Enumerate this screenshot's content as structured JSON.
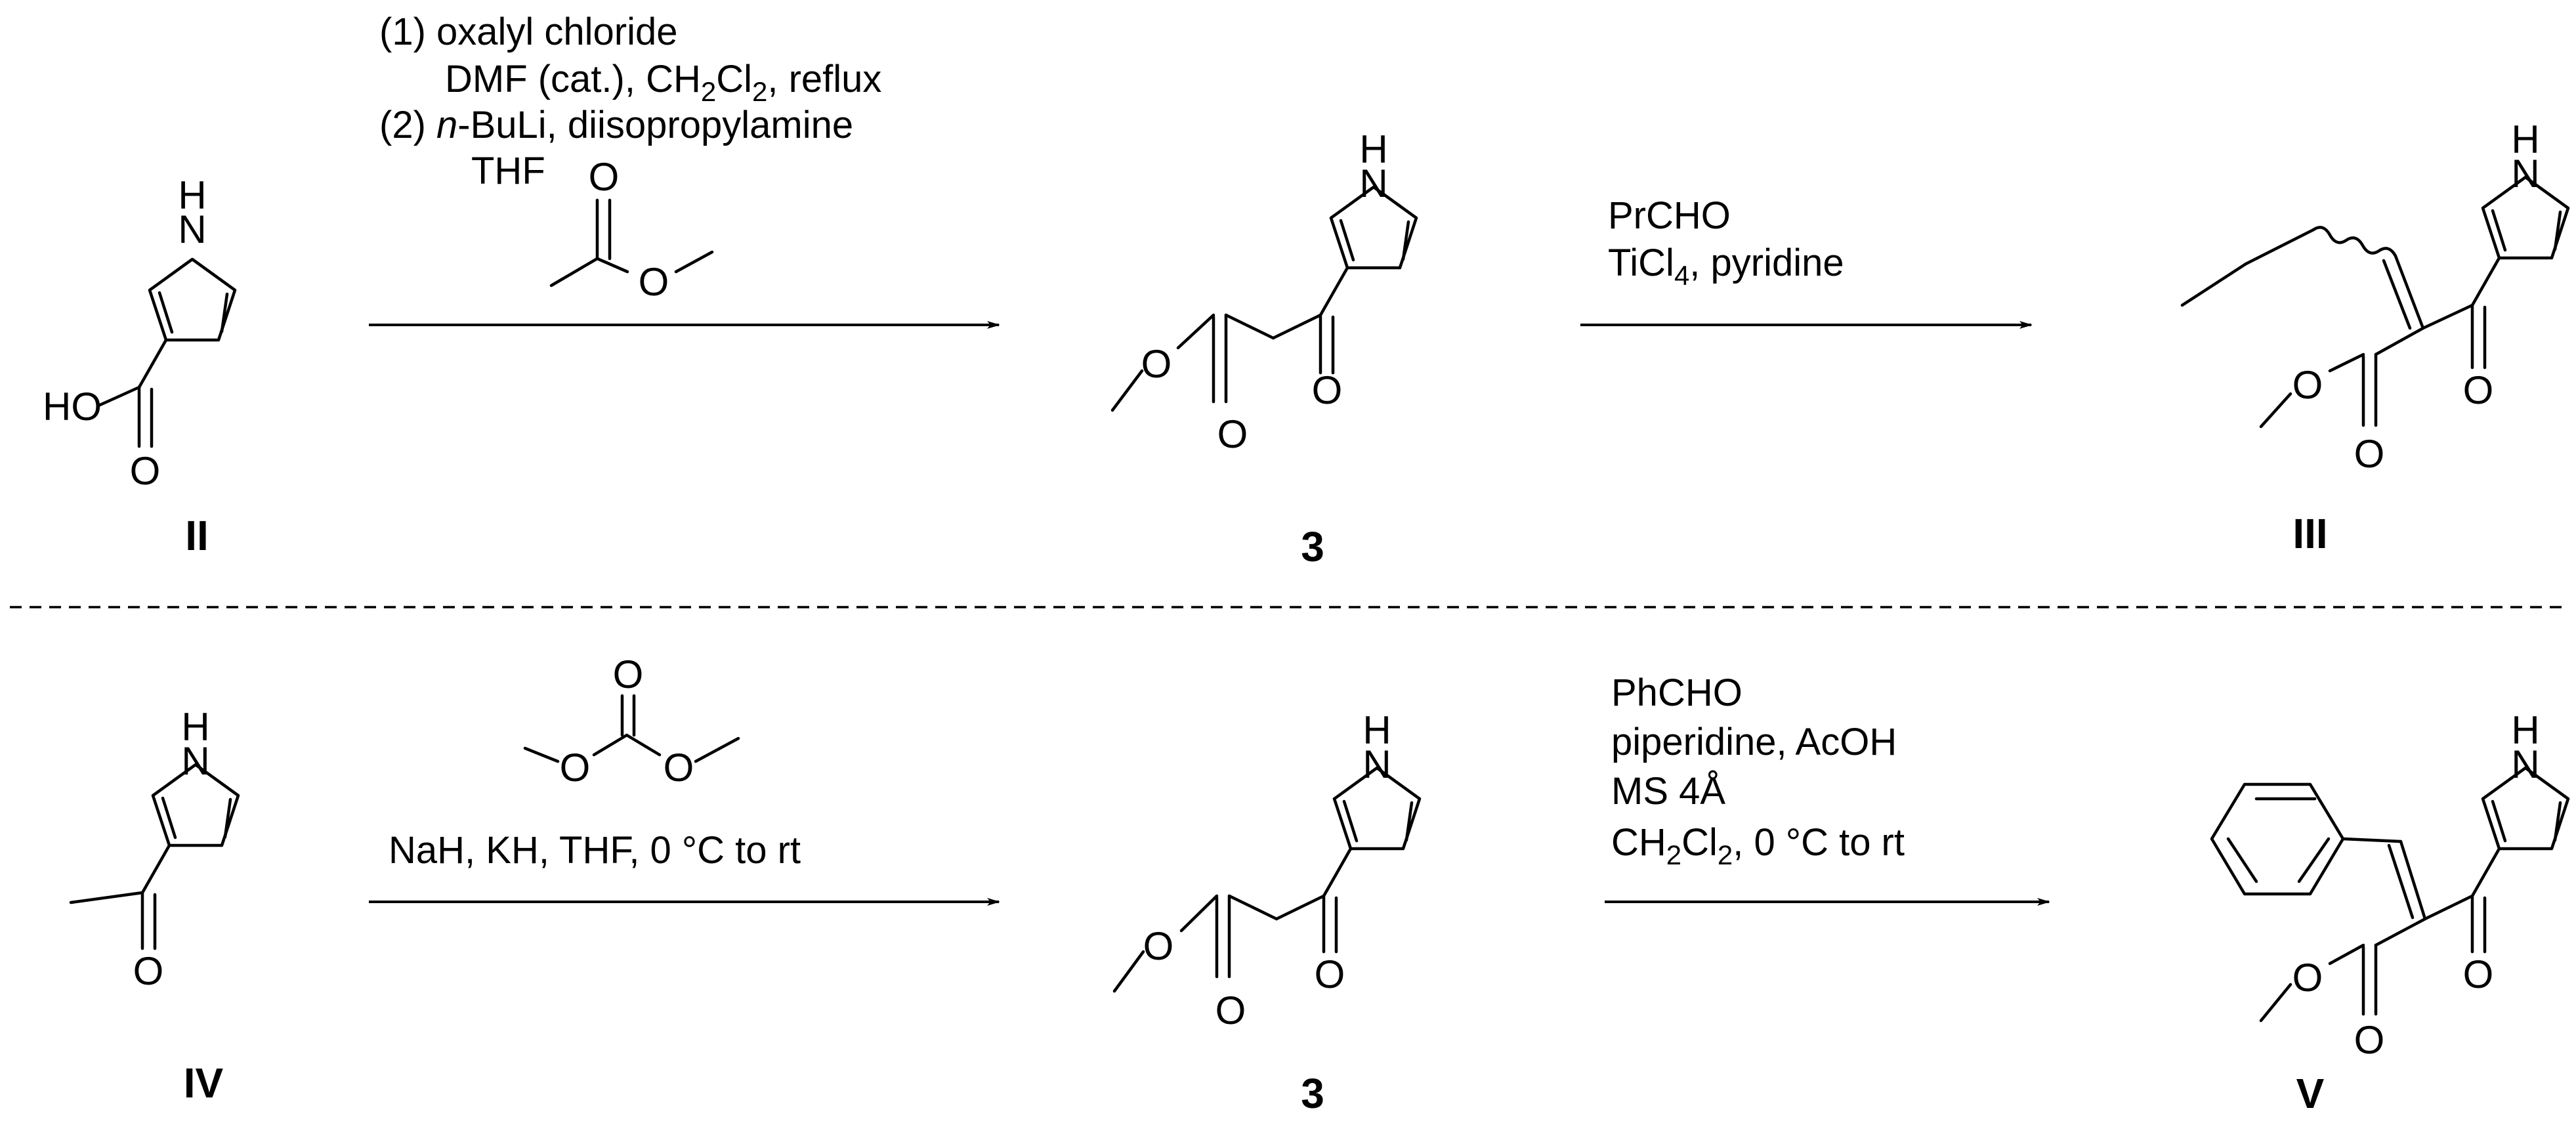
{
  "row1": {
    "step1": {
      "line1": "(1) oxalyl chloride",
      "line2_pre": "DMF (cat.), CH",
      "line2_sub1": "2",
      "line2_mid": "Cl",
      "line2_sub2": "2",
      "line2_post": ", reflux",
      "line3_pre": "(2) ",
      "line3_italic": "n",
      "line3_post": "-BuLi, diisopropylamine",
      "line4": "THF"
    },
    "step2": {
      "line1": "PrCHO",
      "line2_pre": "TiCl",
      "line2_sub": "4",
      "line2_post": ", pyridine"
    },
    "compounds": {
      "start": "II",
      "middle": "3",
      "product": "III"
    }
  },
  "row2": {
    "step1": {
      "line1": "NaH, KH, THF, 0 °C to rt"
    },
    "step2": {
      "line1": "PhCHO",
      "line2": "piperidine, AcOH",
      "line3": "MS 4Å",
      "line4_pre": "CH",
      "line4_sub1": "2",
      "line4_mid": "Cl",
      "line4_sub2": "2",
      "line4_post": ", 0 °C to rt"
    },
    "compounds": {
      "start": "IV",
      "middle": "3",
      "product": "V"
    }
  },
  "atoms": {
    "nh_n": "N",
    "nh_h": "H",
    "oxygen": "O",
    "hydroxyl": "HO"
  }
}
